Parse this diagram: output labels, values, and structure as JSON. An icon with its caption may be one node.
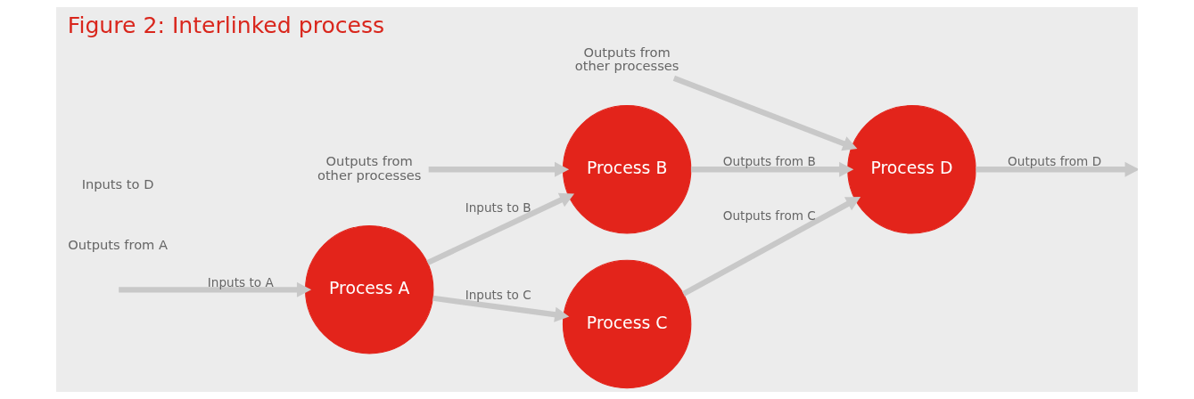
{
  "diagram": {
    "title": "Figure 2: Interlinked process",
    "nodes": [
      {
        "text": [
          "Process A"
        ]
      },
      {
        "text": [
          "Outputs from other processes"
        ]
      },
      {
        "text": [
          "Process B"
        ]
      },
      {
        "text": [
          "Process C"
        ]
      },
      {
        "text": [
          "Outputs from other processes"
        ]
      },
      {
        "text": [
          "Process D"
        ]
      }
    ],
    "edges": [
      {
        "from": null,
        "to": 0,
        "arrow": "to",
        "label": "Inputs to A"
      },
      {
        "from": 0,
        "to": 2,
        "arrow": "to",
        "label": "Inputs to B"
      },
      {
        "from": 0,
        "to": 3,
        "arrow": "to",
        "label": "Inputs to C"
      },
      {
        "from": 1,
        "to": 2,
        "arrow": "to"
      },
      {
        "from": 2,
        "to": 5,
        "arrow": "to",
        "label": "Outputs from B"
      },
      {
        "from": 3,
        "to": 5,
        "arrow": "to",
        "label": "Outputs from C"
      },
      {
        "from": 4,
        "to": 5,
        "arrow": "to"
      },
      {
        "from": 5,
        "to": null,
        "arrow": "to",
        "label": "Outputs from D"
      }
    ],
    "labels": [
      "Outputs from A",
      "Inputs to D"
    ]
  }
}
